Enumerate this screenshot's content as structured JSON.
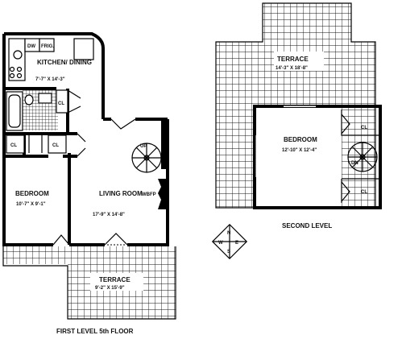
{
  "first_level": {
    "caption": "FIRST LEVEL 5th FLOOR",
    "kitchen": {
      "name": "KITCHEN/ DINING",
      "size": "7'-7\" X 14'-3\""
    },
    "bedroom": {
      "name": "BEDROOM",
      "size": "10'-7\" X 9'-1\""
    },
    "living_room": {
      "name": "LIVING ROOM",
      "size": "17'-9\" X 14'-8\""
    },
    "terrace": {
      "name": "TERRACE",
      "size": "9'-2\" X 15'-9\""
    },
    "fixtures": {
      "dw": "DW",
      "fridge": "FRIG.",
      "closet": "CL",
      "stairs_up": "UP",
      "wbfp": "WBFP"
    }
  },
  "second_level": {
    "caption": "SECOND LEVEL",
    "terrace": {
      "name": "TERRACE",
      "size": "14'-3\" X 18'-8\""
    },
    "bedroom": {
      "name": "BEDROOM",
      "size": "12'-10\" X 12'-4\""
    },
    "fixtures": {
      "closet": "CL",
      "stairs_down": "DN"
    }
  },
  "compass": {
    "north": "N",
    "south": "S",
    "east": "E",
    "west": "W"
  }
}
